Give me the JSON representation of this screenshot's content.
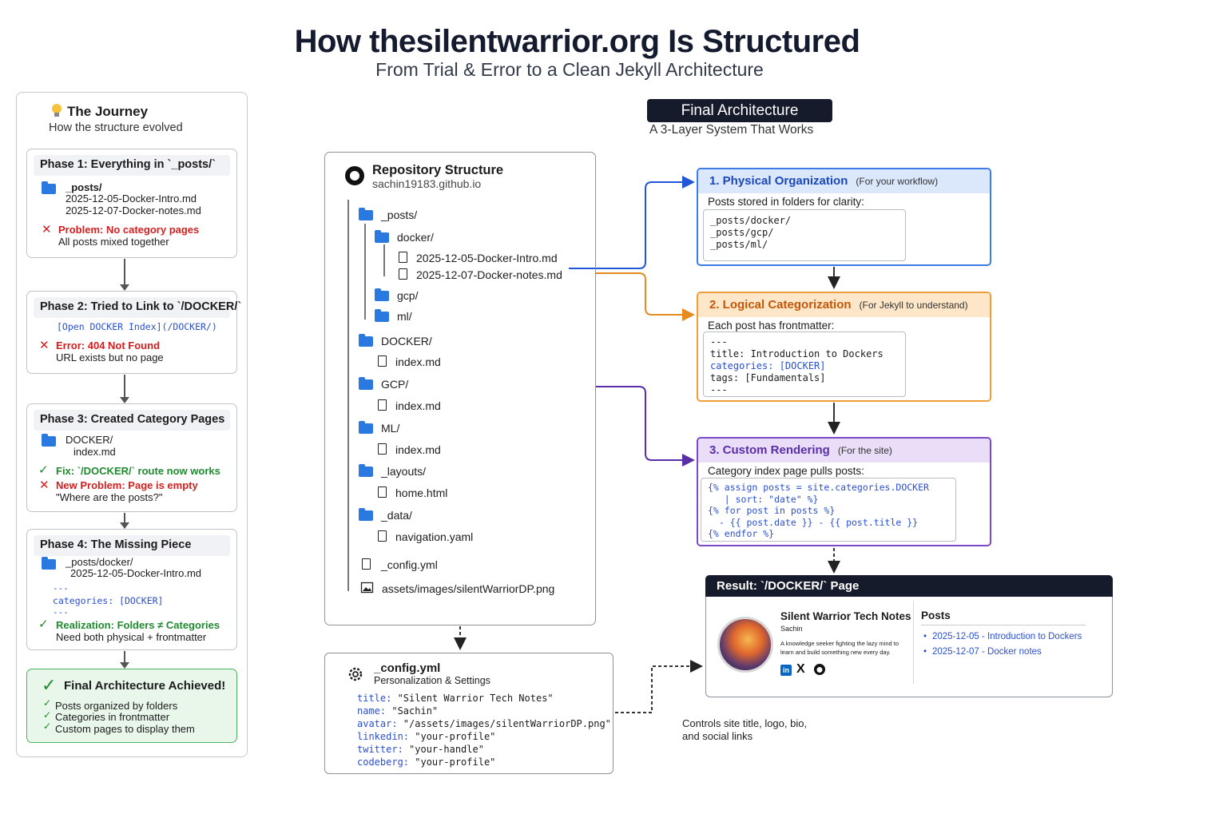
{
  "header": {
    "title": "How thesilentwarrior.org Is Structured",
    "subtitle": "From Trial & Error to a Clean Jekyll Architecture"
  },
  "journey": {
    "title": "The Journey",
    "subtitle": "How the structure evolved",
    "phase1": {
      "head": "Phase 1: Everything in `_posts/`",
      "folder": "_posts/",
      "files": [
        "2025-12-05-Docker-Intro.md",
        "2025-12-07-Docker-notes.md"
      ],
      "problem": "Problem: No category pages",
      "problem_sub": "All posts mixed together"
    },
    "phase2": {
      "head": "Phase 2: Tried to Link to `/DOCKER/`",
      "code": "[Open DOCKER Index](/DOCKER/)",
      "error": "Error: 404 Not Found",
      "error_sub": "URL exists but no page"
    },
    "phase3": {
      "head": "Phase 3: Created Category Pages",
      "folder": "DOCKER/",
      "file": "index.md",
      "fix": "Fix: `/DOCKER/` route now works",
      "problem": "New Problem: Page is empty",
      "problem_sub": "\"Where are the posts?\""
    },
    "phase4": {
      "head": "Phase 4: The Missing Piece",
      "folder": "_posts/docker/",
      "file": "2025-12-05-Docker-Intro.md",
      "dashes": "---",
      "code": "categories: [DOCKER]",
      "realization": "Realization: Folders ≠ Categories",
      "realization_sub": "Need both physical + frontmatter"
    },
    "final": {
      "head": "Final Architecture Achieved!",
      "items": [
        "Posts organized by folders",
        "Categories in frontmatter",
        "Custom pages to display them"
      ]
    }
  },
  "final_arch": {
    "badge": "Final Architecture",
    "subtitle": "A 3-Layer System That Works"
  },
  "repo": {
    "title": "Repository Structure",
    "subtitle": "sachin19183.github.io",
    "tree": {
      "posts": "_posts/",
      "docker": "docker/",
      "docker_file1": "2025-12-05-Docker-Intro.md",
      "docker_file2": "2025-12-07-Docker-notes.md",
      "gcp": "gcp/",
      "ml": "ml/",
      "DOCKER": "DOCKER/",
      "DOCKER_index": "index.md",
      "GCP": "GCP/",
      "GCP_index": "index.md",
      "ML": "ML/",
      "ML_index": "index.md",
      "layouts": "_layouts/",
      "layouts_file": "home.html",
      "data": "_data/",
      "data_file": "navigation.yaml",
      "config": "_config.yml",
      "assets": "assets/images/silentWarriorDP.png"
    }
  },
  "config": {
    "title": "_config.yml",
    "subtitle": "Personalization & Settings",
    "lines": [
      {
        "k": "title:",
        "v": " \"Silent Warrior Tech Notes\""
      },
      {
        "k": "name:",
        "v": " \"Sachin\""
      },
      {
        "k": "avatar:",
        "v": " \"/assets/images/silentWarriorDP.png\""
      },
      {
        "k": "linkedin:",
        "v": " \"your-profile\""
      },
      {
        "k": "twitter:",
        "v": " \"your-handle\""
      },
      {
        "k": "codeberg:",
        "v": " \"your-profile\""
      }
    ],
    "note_line1": "Controls site title, logo, bio,",
    "note_line2": "and social links"
  },
  "layers": {
    "l1": {
      "title": "1. Physical Organization",
      "tag": "(For your workflow)",
      "desc": "Posts stored in folders for clarity:",
      "code": "_posts/docker/\n_posts/gcp/\n_posts/ml/"
    },
    "l2": {
      "title": "2. Logical Categorization",
      "tag": "(For Jekyll to understand)",
      "desc": "Each post has frontmatter:",
      "code_l1": "---",
      "code_l2": "title: Introduction to Dockers",
      "code_l3k": "categories:",
      "code_l3v": " [DOCKER]",
      "code_l4": "tags: [Fundamentals]",
      "code_l5": "---"
    },
    "l3": {
      "title": "3. Custom Rendering",
      "tag": "(For the site)",
      "desc": "Category index page pulls posts:",
      "code": "{% assign posts = site.categories.DOCKER\n   | sort: \"date\" %}\n{% for post in posts %}\n  - {{ post.date }} - {{ post.title }}\n{% endfor %}"
    }
  },
  "result": {
    "head": "Result: `/DOCKER/` Page",
    "site_title": "Silent Warrior Tech Notes",
    "author": "Sachin",
    "bio": "A knowledge seeker fighting the lazy mind to learn and build something new every day.",
    "posts_label": "Posts",
    "posts": [
      "2025-12-05 - Introduction to Dockers",
      "2025-12-07 - Docker notes"
    ],
    "social": {
      "linkedin": "in",
      "x": "X",
      "github": "gh"
    }
  },
  "colors": {
    "blue": "#3d7be6",
    "orange": "#ef9e3c",
    "purple": "#7a48c9",
    "green": "#1f8a2e",
    "red": "#d21f1f",
    "dark": "#161b2b"
  },
  "icons": [
    "lightbulb-icon",
    "folder-icon",
    "file-icon",
    "github-icon",
    "gear-icon",
    "check-icon",
    "x-icon",
    "linkedin-icon",
    "x-twitter-icon",
    "image-icon"
  ]
}
